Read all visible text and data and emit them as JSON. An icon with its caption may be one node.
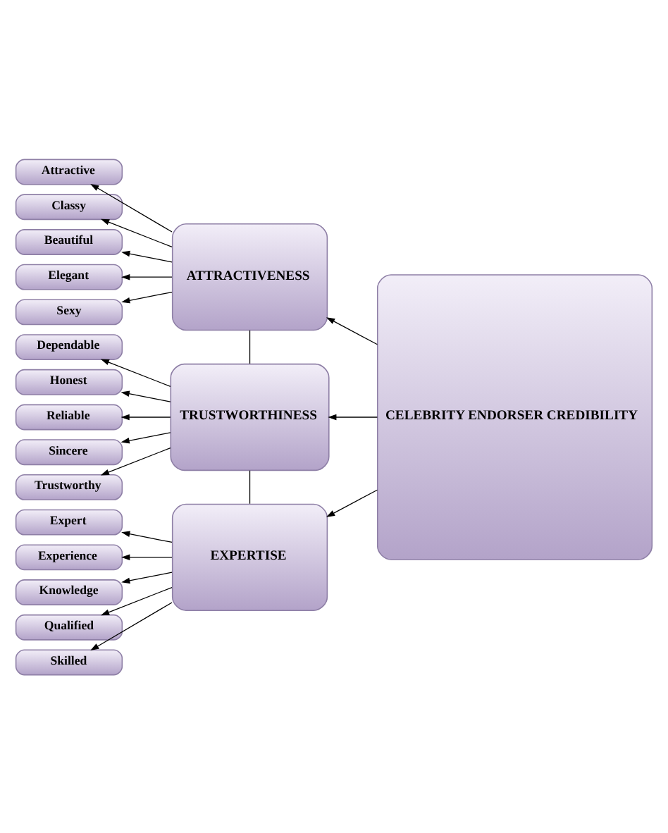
{
  "diagram": {
    "nodes": [
      {
        "text": [
          "Attractive"
        ]
      },
      {
        "text": [
          "Classy"
        ]
      },
      {
        "text": [
          "Beautiful"
        ]
      },
      {
        "text": [
          "Elegant"
        ]
      },
      {
        "text": [
          "Sexy"
        ]
      },
      {
        "text": [
          "ATTRACTIVENESS"
        ]
      },
      {
        "text": [
          "CELEBRITY ENDORSER CREDIBILITY"
        ]
      },
      {
        "text": [
          "Dependable"
        ]
      },
      {
        "text": [
          "Honest"
        ]
      },
      {
        "text": [
          "Reliable"
        ]
      },
      {
        "text": [
          "Sincere"
        ]
      },
      {
        "text": [
          "Trustworthy"
        ]
      },
      {
        "text": [
          "TRUSTWORTHINESS"
        ]
      },
      {
        "text": [
          "Expert"
        ]
      },
      {
        "text": [
          "Experience"
        ]
      },
      {
        "text": [
          "Knowledge"
        ]
      },
      {
        "text": [
          "Qualified"
        ]
      },
      {
        "text": [
          "Skilled"
        ]
      },
      {
        "text": [
          "EXPERTISE"
        ]
      }
    ],
    "edges": [
      {
        "from": 5,
        "to": 0,
        "arrow": "to"
      },
      {
        "from": 5,
        "to": 1,
        "arrow": "to"
      },
      {
        "from": 5,
        "to": 2,
        "arrow": "to"
      },
      {
        "from": 5,
        "to": 3,
        "arrow": "to"
      },
      {
        "from": 5,
        "to": 4,
        "arrow": "to"
      },
      {
        "from": 12,
        "to": 7,
        "arrow": "to"
      },
      {
        "from": 12,
        "to": 8,
        "arrow": "to"
      },
      {
        "from": 12,
        "to": 9,
        "arrow": "to"
      },
      {
        "from": 12,
        "to": 10,
        "arrow": "to"
      },
      {
        "from": 12,
        "to": 11,
        "arrow": "to"
      },
      {
        "from": 18,
        "to": 13,
        "arrow": "to"
      },
      {
        "from": 18,
        "to": 14,
        "arrow": "to"
      },
      {
        "from": 18,
        "to": 15,
        "arrow": "to"
      },
      {
        "from": 18,
        "to": 16,
        "arrow": "to"
      },
      {
        "from": 18,
        "to": 17,
        "arrow": "to"
      },
      {
        "from": 5,
        "to": 12,
        "arrow": "none"
      },
      {
        "from": 12,
        "to": 18,
        "arrow": "none"
      },
      {
        "from": 6,
        "to": 5,
        "arrow": "to"
      },
      {
        "from": 6,
        "to": 12,
        "arrow": "to"
      },
      {
        "from": 6,
        "to": 18,
        "arrow": "to"
      }
    ]
  }
}
